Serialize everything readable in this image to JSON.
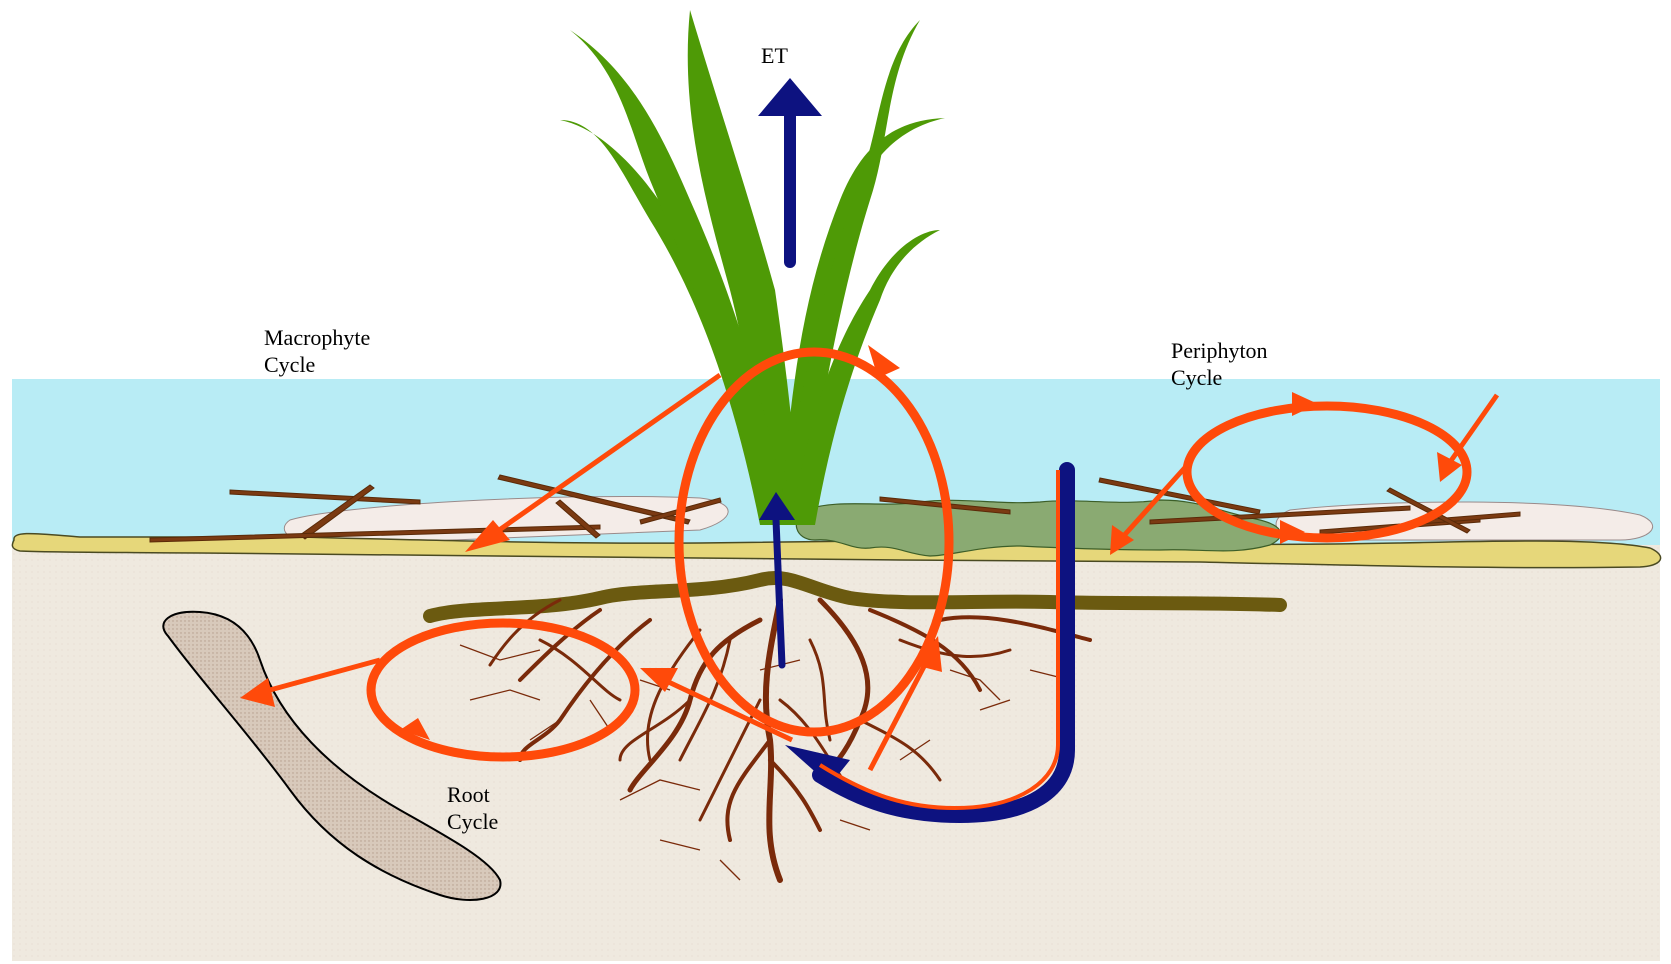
{
  "labels": {
    "et": "ET",
    "macrophyte_line1": "Macrophyte",
    "macrophyte_line2": "Cycle",
    "periphyton_line1": "Periphyton",
    "periphyton_line2": "Cycle",
    "root_line1": "Root",
    "root_line2": "Cycle"
  },
  "colors": {
    "water": "#b8ecf5",
    "soil": "#efe9df",
    "sediment": "#e6d77a",
    "leaf": "#4e9a06",
    "periphyton": "#8aaa72",
    "litter": "#7b3a12",
    "roots": "#7a2a0a",
    "rhizome": "#6b5a10",
    "nutrient_cycle": "#ff4a0a",
    "water_flow": "#0d1280",
    "decaying_root": "#d8c7b8"
  }
}
